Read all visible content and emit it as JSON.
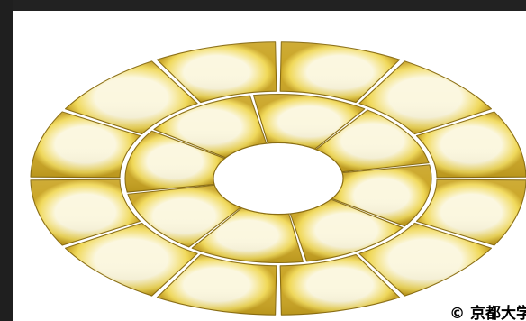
{
  "credit": "© 京都大学",
  "colors": {
    "background": "#161616",
    "panel": "#ffffff",
    "segment_light": "#fbf7df",
    "segment_mid": "#f2de6a",
    "segment_deep": "#c9a321",
    "segment_edge": "#8a6d12",
    "inner_face": "#f6f6f4"
  },
  "diagram": {
    "outer_ring_segments": 12,
    "inner_ring_segments": 8
  }
}
